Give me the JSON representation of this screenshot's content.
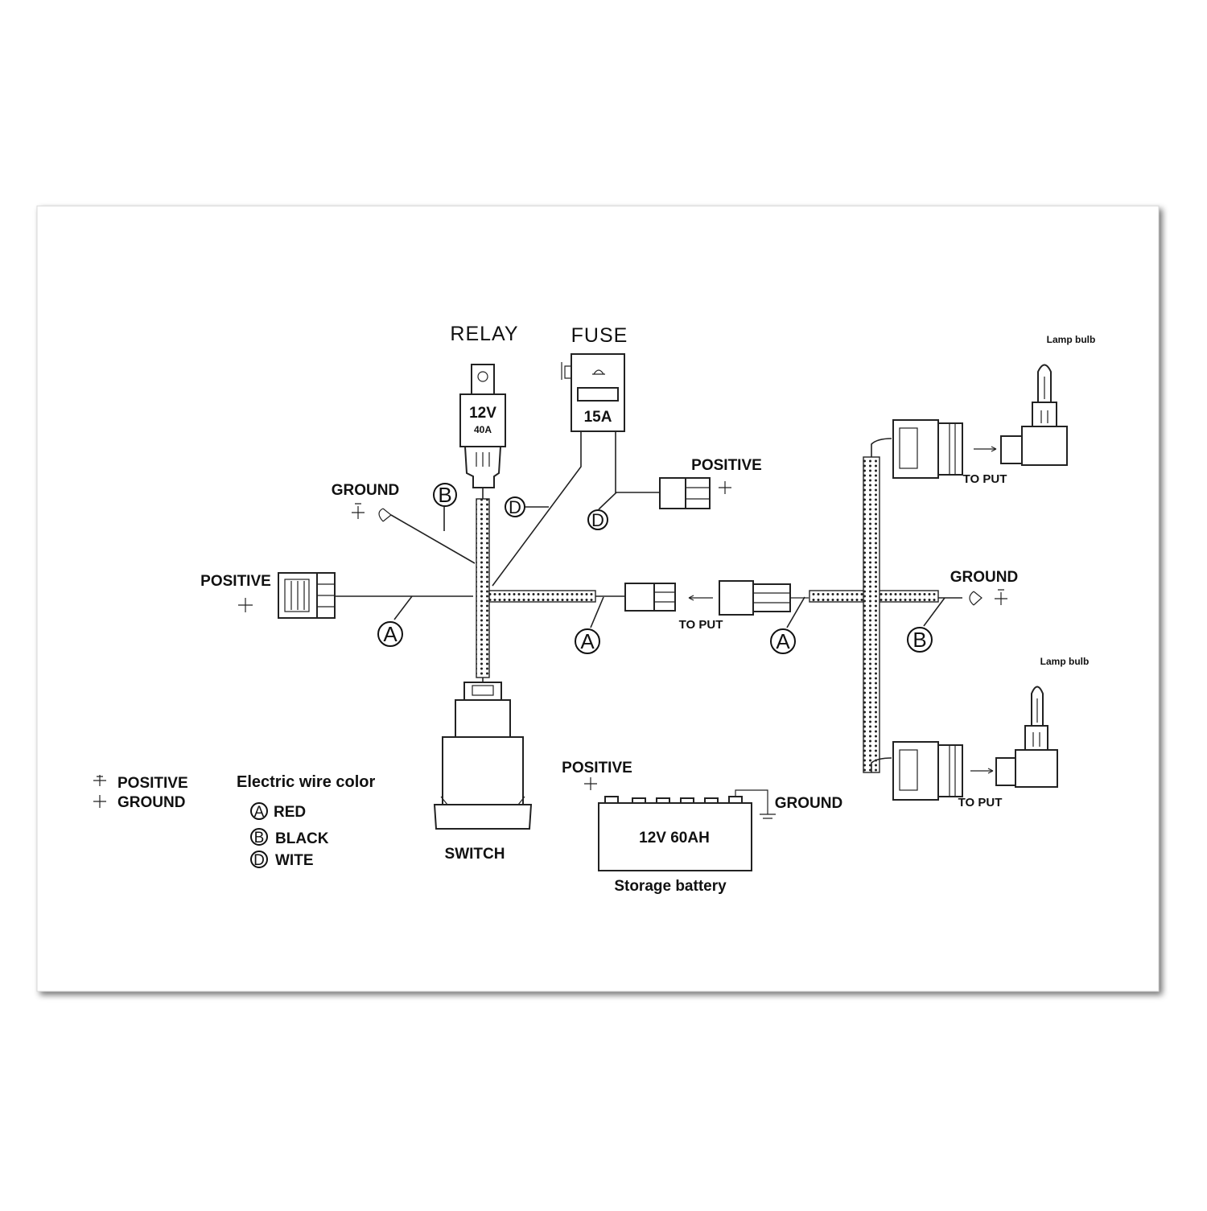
{
  "labels": {
    "relay": "RELAY",
    "fuse": "FUSE",
    "relay_rating_v": "12V",
    "relay_rating_a": "40A",
    "fuse_rating": "15A",
    "positive_fuse": "POSITIVE",
    "ground_left": "GROUND",
    "positive_left": "POSITIVE",
    "to_put_mid": "TO PUT",
    "ground_right": "GROUND",
    "to_put_top": "TO PUT",
    "to_put_bottom": "TO PUT",
    "lamp_bulb_top": "Lamp bulb",
    "lamp_bulb_bottom": "Lamp bulb",
    "switch": "SWITCH",
    "positive_battery": "POSITIVE",
    "ground_battery": "GROUND",
    "battery_rating": "12V  60AH",
    "battery_caption": "Storage battery"
  },
  "wire_markers": {
    "a1": "A",
    "a2": "A",
    "a3": "A",
    "b1": "B",
    "b2": "B",
    "d1": "D",
    "d2": "D"
  },
  "legend": {
    "positive_label": "POSITIVE",
    "ground_label": "GROUND",
    "wire_color_title": "Electric wire color",
    "items": [
      {
        "letter": "A",
        "color": "RED"
      },
      {
        "letter": "B",
        "color": "BLACK"
      },
      {
        "letter": "D",
        "color": "WITE"
      }
    ]
  }
}
